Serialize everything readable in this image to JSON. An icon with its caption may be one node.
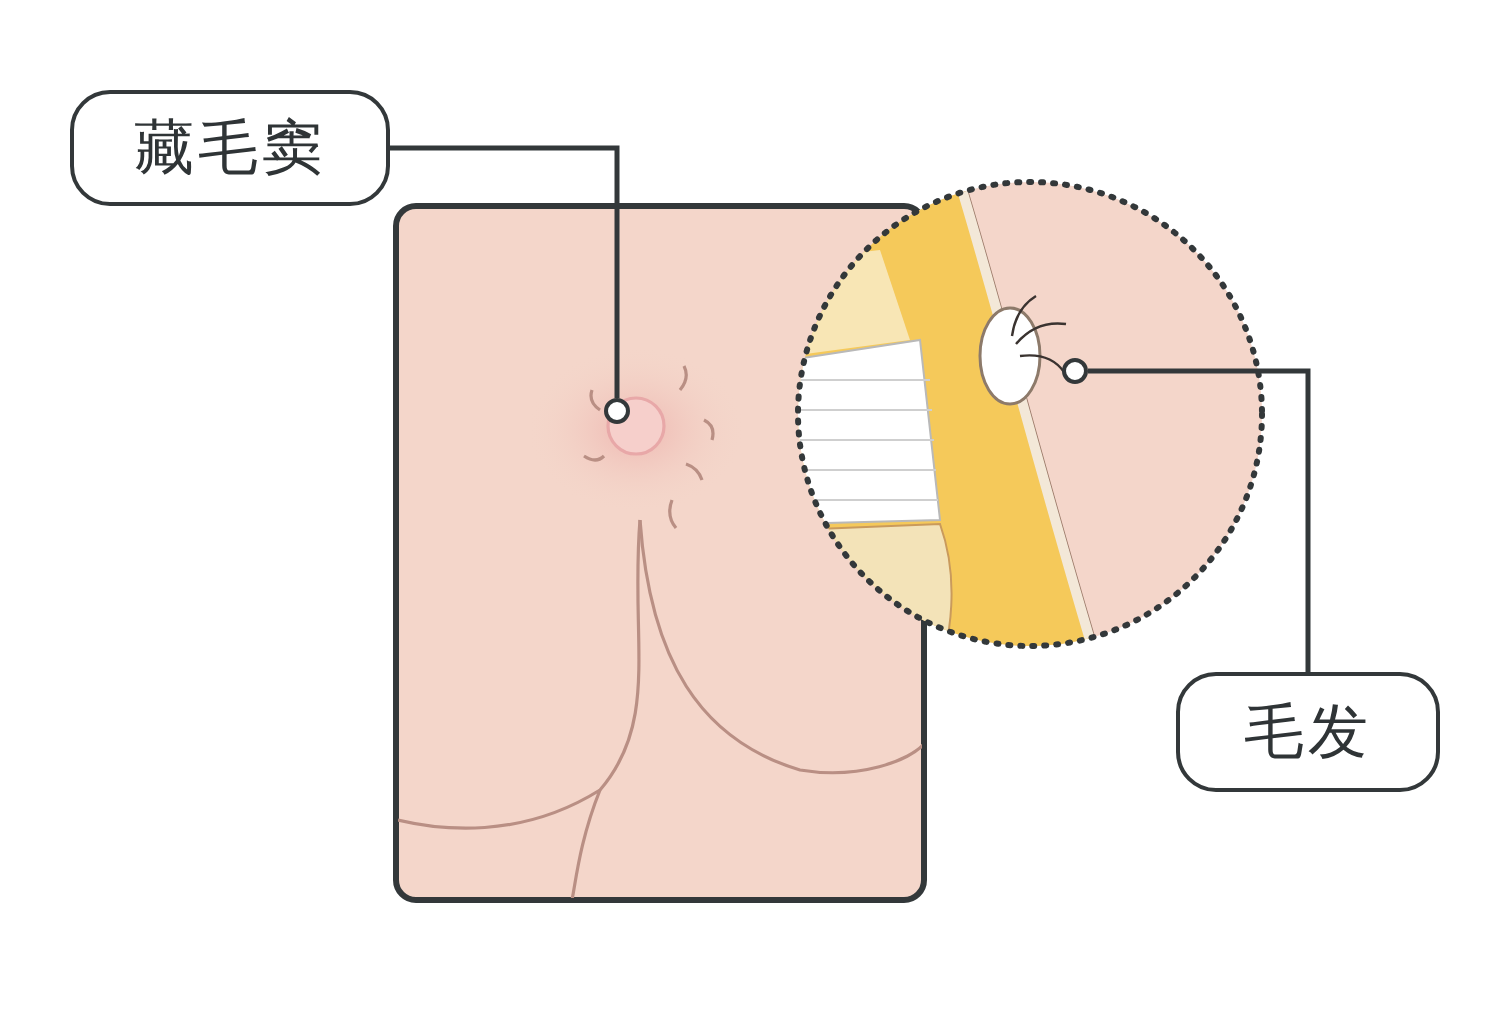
{
  "diagram": {
    "nodes": [
      {
        "text": [
          "藏毛窦"
        ]
      },
      {
        "text": [],
        "shape": "circle"
      },
      {
        "text": [],
        "shape": "circle"
      },
      {
        "text": [
          "毛发"
        ]
      }
    ],
    "edges": [
      {
        "from": 0,
        "to": 1,
        "arrow": "none"
      },
      {
        "from": 3,
        "to": 2,
        "arrow": "none"
      }
    ]
  }
}
